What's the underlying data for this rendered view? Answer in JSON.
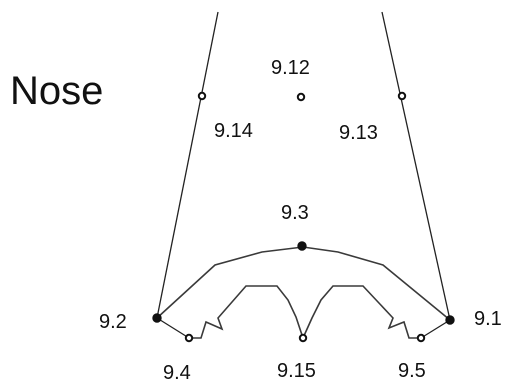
{
  "title": "Nose",
  "points": {
    "p9_1": {
      "label": "9.1",
      "style": "filled"
    },
    "p9_2": {
      "label": "9.2",
      "style": "filled"
    },
    "p9_3": {
      "label": "9.3",
      "style": "filled"
    },
    "p9_4": {
      "label": "9.4",
      "style": "open"
    },
    "p9_5": {
      "label": "9.5",
      "style": "open"
    },
    "p9_12": {
      "label": "9.12",
      "style": "open"
    },
    "p9_13": {
      "label": "9.13",
      "style": "open"
    },
    "p9_14": {
      "label": "9.14",
      "style": "open"
    },
    "p9_15": {
      "label": "9.15",
      "style": "open"
    }
  },
  "colors": {
    "ink": "#111111",
    "outline": "#3a3a3a",
    "background": "#ffffff"
  }
}
